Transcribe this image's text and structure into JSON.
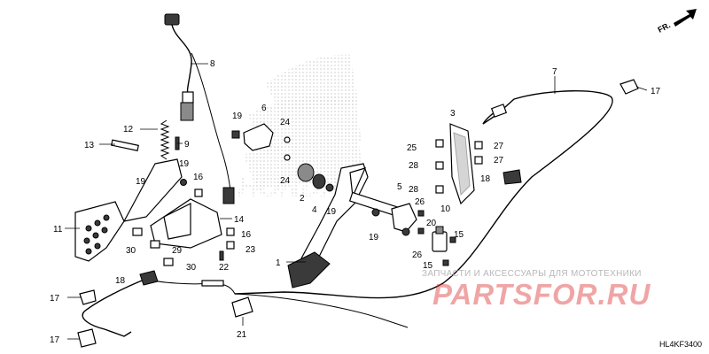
{
  "direction_label": "FR.",
  "diagram_code": "HL4KF3400",
  "watermark": {
    "caption": "ЗАПЧАСТИ И АКСЕССУАРЫ ДЛЯ МОТОТЕХНИКИ",
    "logo_text": "PARTSFOR.RU"
  },
  "callouts": [
    {
      "id": "c8",
      "label": "8"
    },
    {
      "id": "c12",
      "label": "12"
    },
    {
      "id": "c9",
      "label": "9"
    },
    {
      "id": "c13",
      "label": "13"
    },
    {
      "id": "c19a",
      "label": "19"
    },
    {
      "id": "c19b",
      "label": "19"
    },
    {
      "id": "c16a",
      "label": "16"
    },
    {
      "id": "c6",
      "label": "6"
    },
    {
      "id": "c19c",
      "label": "19"
    },
    {
      "id": "c24a",
      "label": "24"
    },
    {
      "id": "c24b",
      "label": "24"
    },
    {
      "id": "c2",
      "label": "2"
    },
    {
      "id": "c4",
      "label": "4"
    },
    {
      "id": "c19d",
      "label": "19"
    },
    {
      "id": "c11",
      "label": "11"
    },
    {
      "id": "c14",
      "label": "14"
    },
    {
      "id": "c16b",
      "label": "16"
    },
    {
      "id": "c23",
      "label": "23"
    },
    {
      "id": "c30a",
      "label": "30"
    },
    {
      "id": "c29",
      "label": "29"
    },
    {
      "id": "c22",
      "label": "22"
    },
    {
      "id": "c30b",
      "label": "30"
    },
    {
      "id": "c18a",
      "label": "18"
    },
    {
      "id": "c1",
      "label": "1"
    },
    {
      "id": "c5",
      "label": "5"
    },
    {
      "id": "c26a",
      "label": "26"
    },
    {
      "id": "c20",
      "label": "20"
    },
    {
      "id": "c19e",
      "label": "19"
    },
    {
      "id": "c10",
      "label": "10"
    },
    {
      "id": "c26b",
      "label": "26"
    },
    {
      "id": "c15a",
      "label": "15"
    },
    {
      "id": "c15b",
      "label": "15"
    },
    {
      "id": "c3",
      "label": "3"
    },
    {
      "id": "c25",
      "label": "25"
    },
    {
      "id": "c27a",
      "label": "27"
    },
    {
      "id": "c28a",
      "label": "28"
    },
    {
      "id": "c27b",
      "label": "27"
    },
    {
      "id": "c28b",
      "label": "28"
    },
    {
      "id": "c18b",
      "label": "18"
    },
    {
      "id": "c7",
      "label": "7"
    },
    {
      "id": "c17a",
      "label": "17"
    },
    {
      "id": "c17b",
      "label": "17"
    },
    {
      "id": "c17c",
      "label": "17"
    },
    {
      "id": "c21",
      "label": "21"
    }
  ]
}
